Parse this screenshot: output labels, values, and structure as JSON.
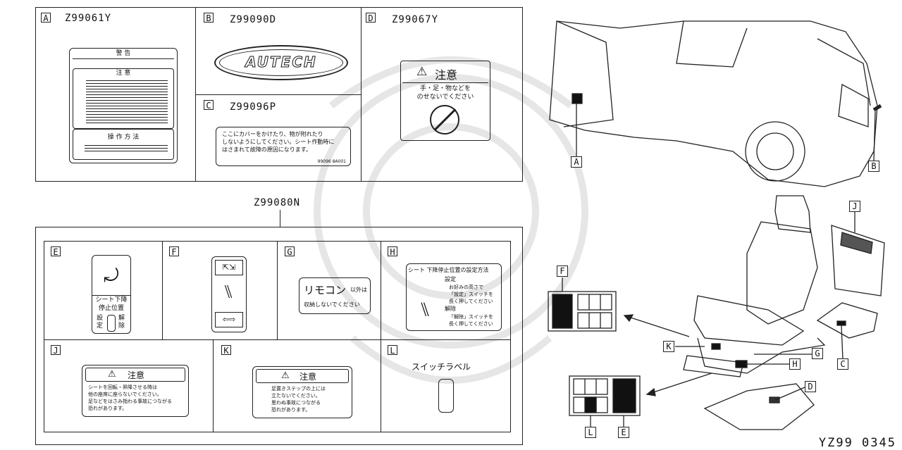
{
  "labels": {
    "A": {
      "tag": "A",
      "part": "Z99061Y",
      "warn_title": "警 告",
      "caution_title": "注 意",
      "op_title": "操 作 方 法"
    },
    "B": {
      "tag": "B",
      "part": "Z99090D",
      "emblem": "AUTECH"
    },
    "C": {
      "tag": "C",
      "part": "Z99096P",
      "lines": [
        "ここにカバーをかけたり、物が附れたり",
        "しないようにしてください。シート作動時に",
        "はさまれて故障の原因になります。"
      ],
      "code": "99096 8A001"
    },
    "D": {
      "tag": "D",
      "part": "Z99067Y",
      "title": "注意",
      "lines": [
        "手・足・物などを",
        "のせないでください"
      ]
    }
  },
  "group": {
    "part": "Z99080N",
    "E": {
      "tag": "E",
      "lines": [
        "シート下降",
        "停止位置"
      ],
      "set": "設定",
      "release": "解除"
    },
    "F": {
      "tag": "F"
    },
    "G": {
      "tag": "G",
      "main": "リモコン",
      "suffix": "以外は",
      "line2": "収納しないでください"
    },
    "H": {
      "tag": "H",
      "title": "シート 下降停止位置の設定方法",
      "set_title": "設定",
      "set_lines": [
        "お好みの高さで",
        "「設定」スイッチを",
        "長く押してください"
      ],
      "release_title": "解除",
      "release_lines": [
        "「解除」スイッチを",
        "長く押してください"
      ]
    },
    "J": {
      "tag": "J",
      "title": "注意",
      "lines": [
        "シートを回転・昇降させる時は",
        "他の座席に座らないでください。",
        "足などをはさみ指わる事故につながる",
        "恐れがあります。"
      ]
    },
    "K": {
      "tag": "K",
      "title": "注意",
      "lines": [
        "足置きステップの上には",
        "立たないでください。",
        "思わぬ事故につながる",
        "恐れがあります。"
      ]
    },
    "L": {
      "tag": "L",
      "text": "スイッチラベル"
    }
  },
  "callouts": [
    "A",
    "B",
    "J",
    "F",
    "K",
    "G",
    "H",
    "C",
    "D",
    "L",
    "E"
  ],
  "footer": "YZ99 0345"
}
